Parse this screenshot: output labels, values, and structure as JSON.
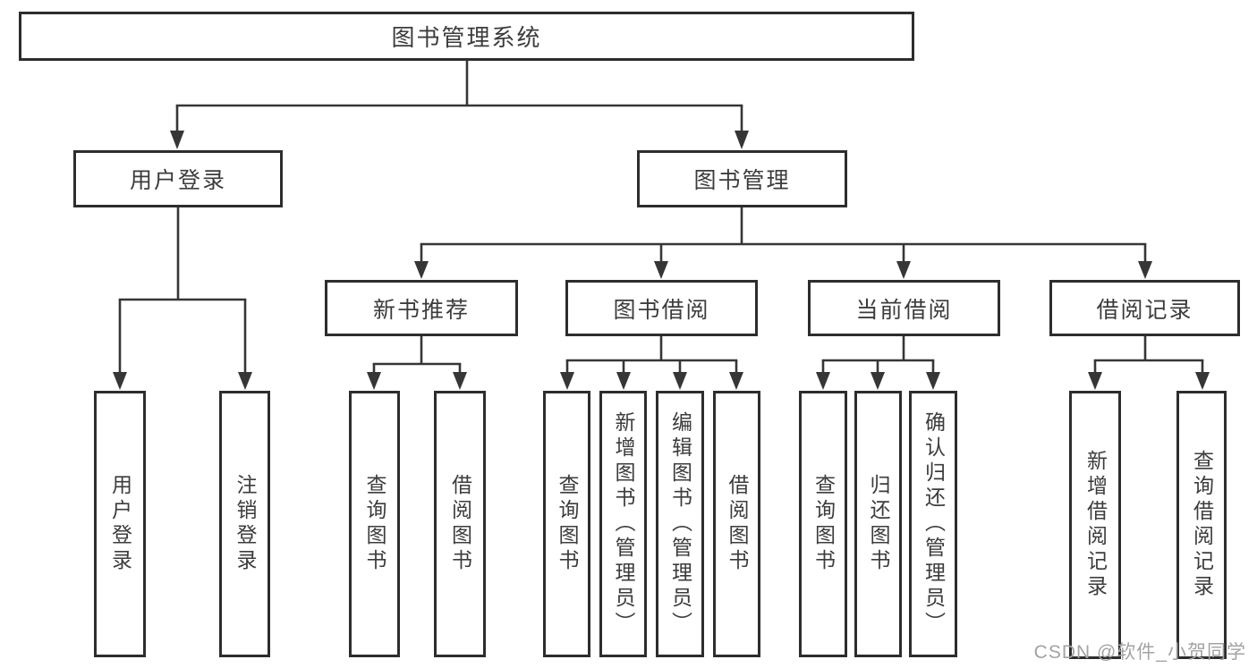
{
  "diagram_type": "tree",
  "colors": {
    "line": "#363636",
    "box_border": "#2d2d2d",
    "text": "#3c3c3c",
    "background": "#ffffff",
    "watermark": "#a3a3a3"
  },
  "nodes": {
    "root": {
      "label": "图书管理系统"
    },
    "user_login": {
      "label": "用户登录"
    },
    "book_mgmt": {
      "label": "图书管理"
    },
    "new_book_rec": {
      "label": "新书推荐"
    },
    "book_borrow": {
      "label": "图书借阅"
    },
    "current_borrow": {
      "label": "当前借阅"
    },
    "borrow_records": {
      "label": "借阅记录"
    },
    "leaf_user_login": {
      "label": "用户登录"
    },
    "leaf_logout": {
      "label": "注销登录"
    },
    "leaf_rec_query_book": {
      "label": "查询图书"
    },
    "leaf_rec_borrow_book": {
      "label": "借阅图书"
    },
    "leaf_bb_query_book": {
      "label": "查询图书"
    },
    "leaf_bb_add_book": {
      "label": "新增图书（管理员）"
    },
    "leaf_bb_edit_book": {
      "label": "编辑图书（管理员）"
    },
    "leaf_bb_borrow_book": {
      "label": "借阅图书"
    },
    "leaf_cb_query_book": {
      "label": "查询图书"
    },
    "leaf_cb_return_book": {
      "label": "归还图书"
    },
    "leaf_cb_confirm_return": {
      "label": "确认归还（管理员）"
    },
    "leaf_br_add_record": {
      "label": "新增借阅记录"
    },
    "leaf_br_query_record": {
      "label": "查询借阅记录"
    }
  },
  "hierarchy": {
    "root": "图书管理系统",
    "children": [
      {
        "label": "用户登录",
        "children": [
          "用户登录",
          "注销登录"
        ]
      },
      {
        "label": "图书管理",
        "children": [
          {
            "label": "新书推荐",
            "children": [
              "查询图书",
              "借阅图书"
            ]
          },
          {
            "label": "图书借阅",
            "children": [
              "查询图书",
              "新增图书（管理员）",
              "编辑图书（管理员）",
              "借阅图书"
            ]
          },
          {
            "label": "当前借阅",
            "children": [
              "查询图书",
              "归还图书",
              "确认归还（管理员）"
            ]
          },
          {
            "label": "借阅记录",
            "children": [
              "新增借阅记录",
              "查询借阅记录"
            ]
          }
        ]
      }
    ]
  },
  "watermark": {
    "text": "CSDN @软件_小贺同学"
  }
}
